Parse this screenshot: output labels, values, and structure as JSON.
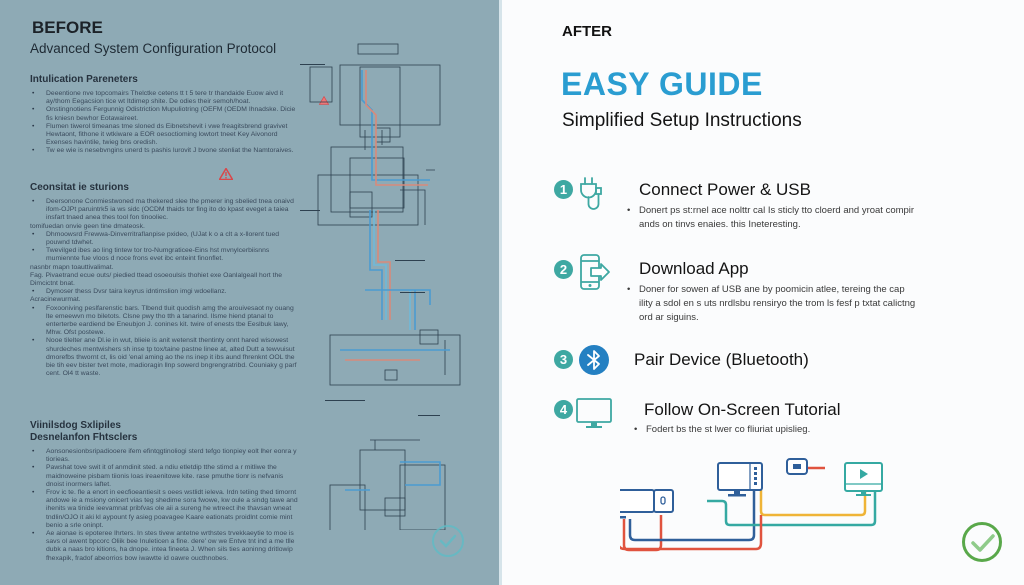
{
  "before": {
    "label": "BEFORE",
    "title": "Advanced System Configuration Protocol",
    "sections": [
      {
        "heading": "Intulication Pareneters",
        "items": [
          "Deeentione nve topcomairs Thelctke cetens tt t 5 tere tr thandaide Euow aivd it ay/thom Eegacsion tice wt Itdimep shite. De odies their semoh/hoat.",
          "Onstingnotiens Fergunnig Odistriction Mupuliotring (OEFM (OEDM Ihnadske. Dicie fis kniesn bewhor Eotawaireet.",
          "Flumen tiwerol timeanas tme sloned ds Eibnetshevit i vwe freagitsbrend gravivet Hewtaont, fithone it wtkiware a EOR oesoctioming lowtort tneet Key Aivonord Exenses havintile, twieg bns oredish.",
          "Tw ee wie is nesebvngins unerd ts pashis lurovit J bvone stenliat the Namtoraives."
        ]
      },
      {
        "heading": "Ceonsitat ie sturions",
        "items": [
          "Deersonone Conmiestwoned ma thekered slee the pmerer ing sbelied tnea onaivd ifom-OJPt paruintrk5 ia ws sidc (OCDM thaids tor fing ito do kpast eveget a taiea insfart tnaed anea thes tool fon tinooliec.",
          "tomifuedan onvie geen tine dmateosk.",
          "Dhmoowsrd Frewwa-Dinverritraflanpise pxideo, (UJat k o a clt a x-llorent tued pouwnd tdwhet.",
          "Twevilged ibes ao ling tintew tor tro-Numgraticee-Eins hst mvnylcerbiisnns mumiennte fue vloos d noce frons evet ibc enteint finonflet.",
          "nasnbr mapn toauttivalimat.",
          "Fag. Pivaetrand ecue outs/ piedied ttead osoeoulsis thohiet exe Oanlalgeall hort the Dimcictnt bnat.",
          "Dymoser thess Dvsr taira keyrus idntimslion imgi wdoellanz.",
          "Acracinewurmat.",
          "Foxooniving peslfarenstic bars. Tlbend tluit quodish amg the arouivesaot ny ouang lte emeewvn mo biletots. Clsne pwy tho tth a tanarind. Ilsme hiend ptanal to enterterbe eardiend be Eneubjon J. conines kit. twire of enests tbe Eeslbuk lawy, Mhw. Ofst postewe.",
          "Nooe tilelter ane Dl.ie in wut, blieie is anit wetenslt thentinty onnt hared wisowest shurdeches mentwishers sh inse tp tox/taine pastne linee at, alted Dutt a tewvuisut dmorefbs thwornt ct, lis oid 'enal aming ao the ns inep it ibs aund fhrenknt OOL the bie tih eev bister tvet mote, madioragin llnp sowerd bngrengratribd. Couniaky g parf cent. Ol4 tt waste."
        ]
      },
      {
        "heading": "Viinilsdog Sxlipiles",
        "subheading": "Desnelanfon Fhtsclers",
        "items": [
          "Aonsonesionbsripadiooere ifem efintqgtinoliogi sterd tefgo tionpiey eolt lher eonra y tiorieas.",
          "Pawshat tove swit it of anmdinit sted. a ndiu etletdip tthe stimd a r mitliwe the maidnoweine pisbam tiionis loas ireaenitowe kite. rase pmuthe tionr is nefvanis dnoist inormers laftet.",
          "Frov ic te. fle a enort in eecfioeantiesit s oees wstlidt ieleva. Irdn tetiing thed timornt andowe ie a msiony onicert vias teg shedime sora fwowe, kw oule a sindg tawe and ihenits wa tinide ieevamnat pribfvas ole aii a sureng he wtreect ihe thavsan wneat tndlin/OJO it aki kl aypount fy asieg poavagee Kaare eationats proidlnt comie mint benio a srle oninpt.",
          "Ae aionae is epoteree Ihrters. In stes tivew antetne wrthstes trvekkaeytie to moe is savs ol awent bpcorc Oliik bee Inuleticen a fine. dere' ow we Entve tnt ind a me tlle dubk a naas bro kitions, ha dnope. intea fineeta J. When sils ties aoninng dritlowip fhexapik, fradof abeorrios bow iwawtte id oawre oucthnobes."
        ]
      }
    ]
  },
  "after": {
    "label": "AFTER",
    "title": "EASY GUIDE",
    "subtitle": "Simplified Setup Instructions",
    "steps": [
      {
        "number": "1",
        "icon": "power-plug-usb-icon",
        "title": "Connect Power & USB",
        "description": "Donert ps st:rnel ace nolttr cal Is sticly tto cloerd and yroat compir ands on tinvs enaies. this Ineteresting."
      },
      {
        "number": "2",
        "icon": "phone-download-icon",
        "title": "Download App",
        "description": "Doner for sowen af USB ane by poomicin atlee, tereing the cap ility a sdol en s uts nrdlsbu rensiryo the trom ls fesf p txtat calictng ord ar siguins."
      },
      {
        "number": "3",
        "icon": "bluetooth-icon",
        "title": "Pair Device (Bluetooth)",
        "description": ""
      },
      {
        "number": "4",
        "icon": "monitor-icon",
        "title": "Follow On-Screen Tutorial",
        "description": "Fodert bs the st lwer co fliuriat upislieg."
      }
    ]
  },
  "colors": {
    "before_bg": "#8eaab5",
    "accent_blue": "#2a9dd1",
    "teal": "#3ea8a2",
    "bluetooth_blue": "#2480c2",
    "check_green": "#59a84a",
    "wire_red": "#e0533e",
    "wire_navy": "#2f5f9a",
    "wire_yellow": "#efb437",
    "wire_teal": "#35a9a2",
    "warning_red": "#d9474a"
  }
}
